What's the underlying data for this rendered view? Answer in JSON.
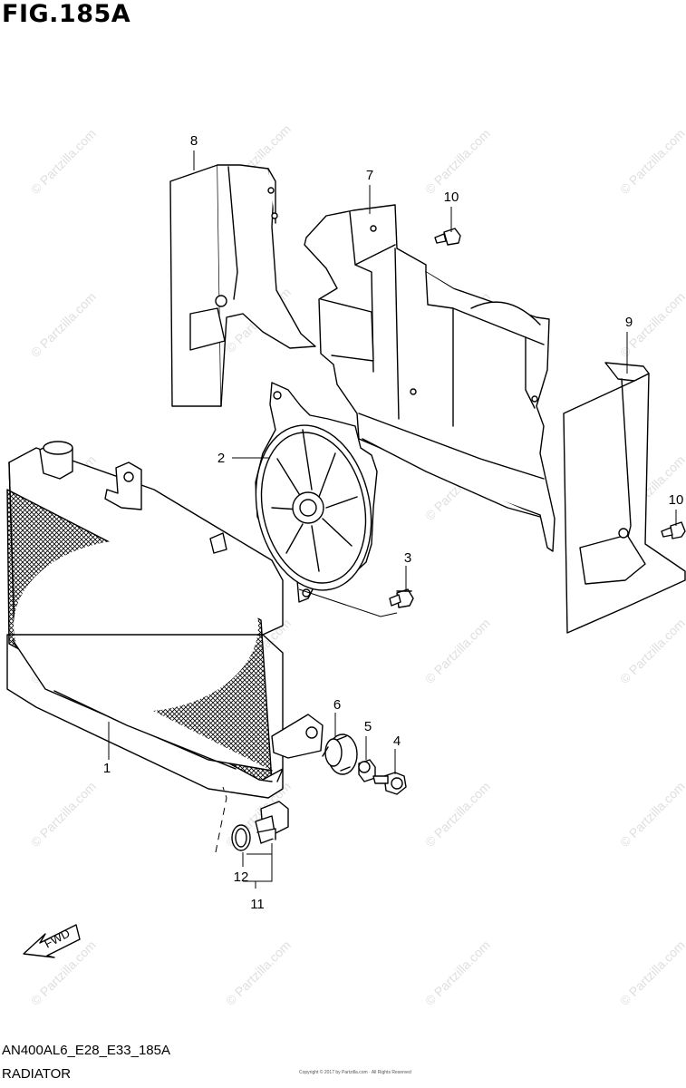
{
  "figure": {
    "title": "FIG.185A",
    "code": "AN400AL6_E28_E33_185A",
    "name": "RADIATOR",
    "credit": "Copyright © 2017 by Partzilla.com · All Rights Reserved"
  },
  "watermark": {
    "text": "© Partzilla.com",
    "color": "#dfdfdf"
  },
  "fwd_label": "FWD",
  "callouts": [
    "1",
    "2",
    "3",
    "4",
    "5",
    "6",
    "7",
    "8",
    "9",
    "10",
    "10",
    "11",
    "12"
  ]
}
